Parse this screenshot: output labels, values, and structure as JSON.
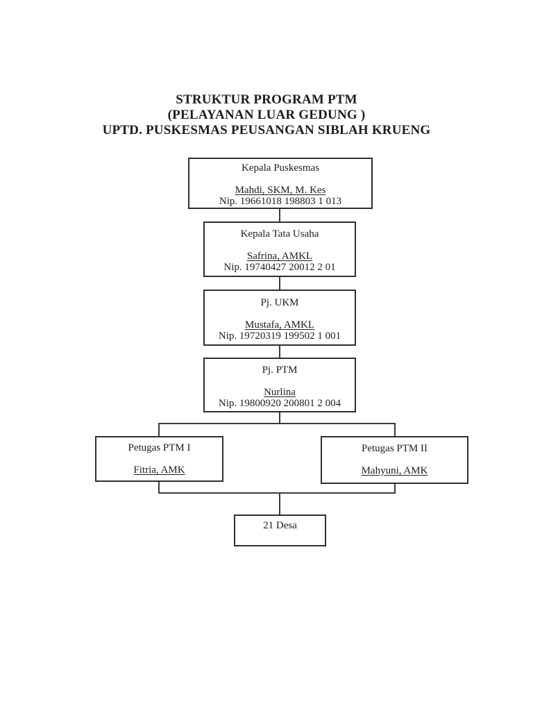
{
  "title": {
    "line1": "STRUKTUR PROGRAM PTM",
    "line2": "(PELAYANAN LUAR GEDUNG )",
    "line3": "UPTD. PUSKESMAS PEUSANGAN SIBLAH KRUENG"
  },
  "org": {
    "kepala_puskesmas": {
      "role": "Kepala Puskesmas",
      "name": "Mahdi, SKM, M. Kes",
      "nip": "Nip. 19661018 198803 1 013"
    },
    "kepala_tata_usaha": {
      "role": "Kepala Tata Usaha",
      "name": "Safrina, AMKL",
      "nip": "Nip. 19740427 20012 2 01"
    },
    "pj_ukm": {
      "role": "Pj. UKM",
      "name": "Mustafa, AMKL",
      "nip": "Nip. 19720319 199502 1 001"
    },
    "pj_ptm": {
      "role": "Pj. PTM",
      "name": "Nurlina",
      "nip": "Nip. 19800920 200801 2 004"
    },
    "petugas_ptm_1": {
      "role": "Petugas PTM I",
      "name": "Fitria, AMK"
    },
    "petugas_ptm_2": {
      "role": "Petugas PTM II",
      "name": "Mahyuni, AMK"
    },
    "desa": {
      "label": "21 Desa"
    }
  },
  "colors": {
    "background": "#ffffff",
    "text": "#1c1c1c",
    "box_border": "#2e2e2e",
    "connector": "#3a3a3a"
  }
}
